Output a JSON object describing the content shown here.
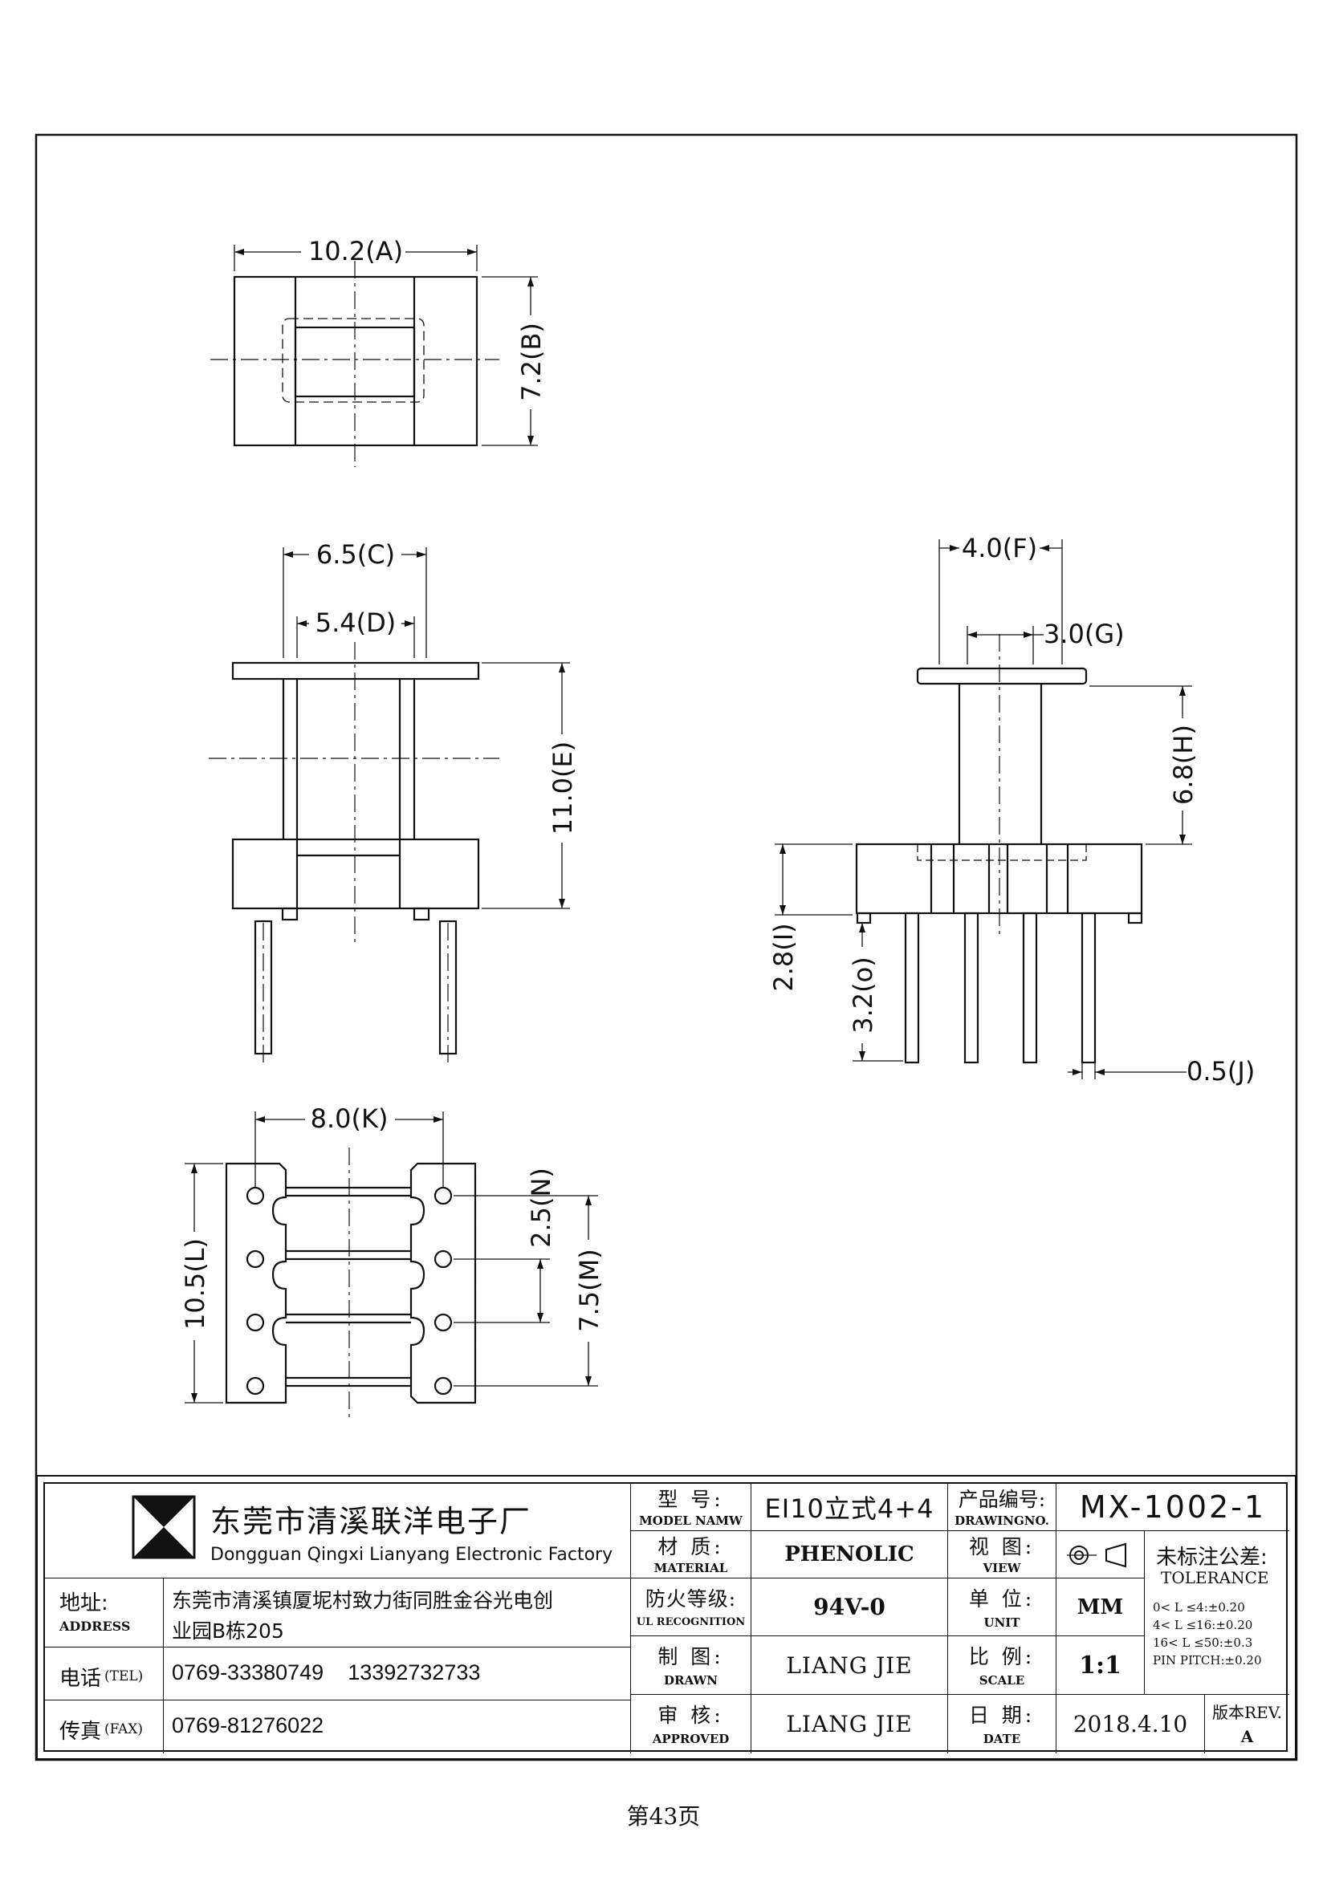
{
  "dimensions": {
    "A": "10.2(A)",
    "B": "7.2(B)",
    "C": "6.5(C)",
    "D": "5.4(D)",
    "E": "11.0(E)",
    "F": "4.0(F)",
    "G": "3.0(G)",
    "H": "6.8(H)",
    "I": "2.8(I)",
    "O": "3.2(o)",
    "J": "0.5(J)",
    "K": "8.0(K)",
    "L": "10.5(L)",
    "N": "2.5(N)",
    "M": "7.5(M)"
  },
  "company": {
    "name_cn": "东莞市清溪联洋电子厂",
    "name_en": "Dongguan Qingxi Lianyang Electronic Factory"
  },
  "address": {
    "label_cn": "地址:",
    "label_en": "ADDRESS",
    "line1": "东莞市清溪镇厦坭村致力街同胜金谷光电创",
    "line2": "业园B栋205"
  },
  "tel": {
    "label_cn": "电话",
    "label_en": "(TEL)",
    "value": "0769-33380749    13392732733"
  },
  "fax": {
    "label_cn": "传真",
    "label_en": "(FAX)",
    "value": "0769-81276022"
  },
  "model": {
    "label_cn": "型 号:",
    "label_en": "MODEL NAMW",
    "value": "EI10立式4+4"
  },
  "material": {
    "label_cn": "材 质:",
    "label_en": "MATERIAL",
    "value": "PHENOLIC"
  },
  "ul": {
    "label_cn": "防火等级:",
    "label_en": "UL RECOGNITION",
    "value": "94V-0"
  },
  "drawn": {
    "label_cn": "制 图:",
    "label_en": "DRAWN",
    "value": "LIANG JIE"
  },
  "approved": {
    "label_cn": "审 核:",
    "label_en": "APPROVED",
    "value": "LIANG JIE"
  },
  "drawing_no": {
    "label_cn": "产品编号:",
    "label_en": "DRAWINGNO.",
    "value": "MX-1002-1"
  },
  "view": {
    "label_cn": "视 图:",
    "label_en": "VIEW"
  },
  "unit": {
    "label_cn": "单 位:",
    "label_en": "UNIT",
    "value": "MM"
  },
  "scale": {
    "label_cn": "比 例:",
    "label_en": "SCALE",
    "value": "1:1"
  },
  "date": {
    "label_cn": "日 期:",
    "label_en": "DATE",
    "value": "2018.4.10"
  },
  "tolerance": {
    "label_cn": "未标注公差:",
    "label_en": "TOLERANCE",
    "lines": [
      "0< L ≤4:±0.20",
      "4< L ≤16:±0.20",
      "16< L ≤50:±0.3",
      "PIN PITCH:±0.20"
    ]
  },
  "revision": {
    "label_cn": "版本REV.",
    "value": "A"
  },
  "page_number": "第43页"
}
